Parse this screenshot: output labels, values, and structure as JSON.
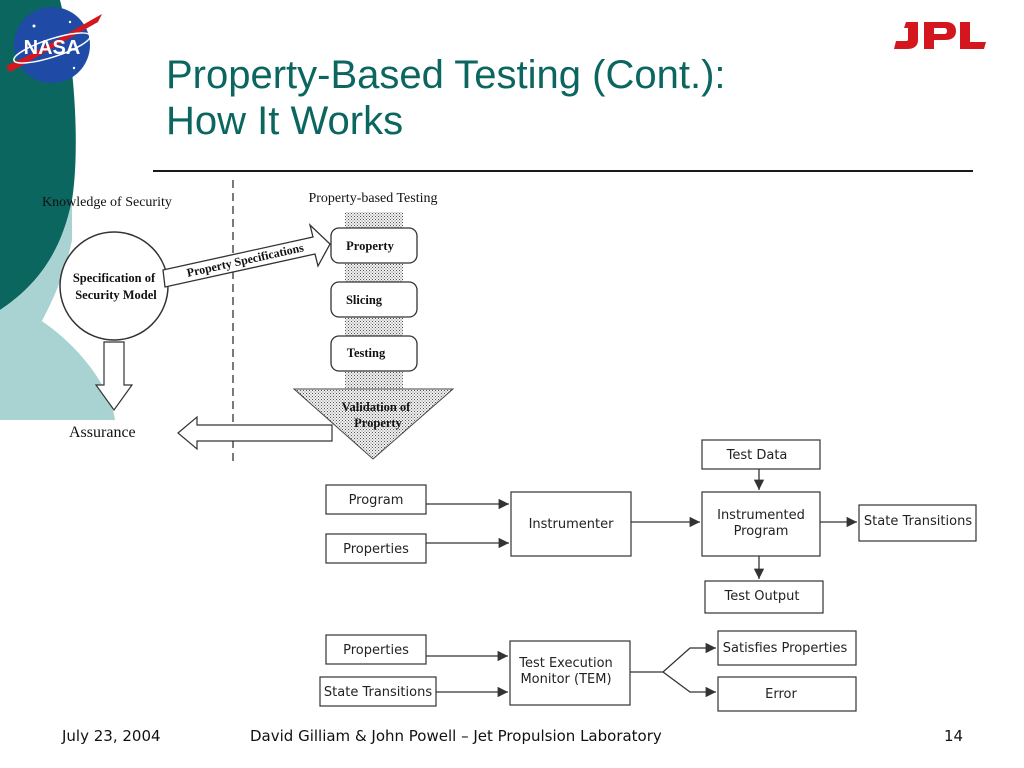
{
  "slide": {
    "title_line1": "Property-Based Testing (Cont.):",
    "title_line2": "How It Works",
    "logos": {
      "left": "NASA",
      "right": "JPL"
    }
  },
  "upper_diagram": {
    "left_heading": "Knowledge of Security",
    "circle_label_line1": "Specification of",
    "circle_label_line2": "Security Model",
    "arrow_label": "Property Specifications",
    "right_heading": "Property-based Testing",
    "steps": [
      "Property",
      "Slicing",
      "Testing"
    ],
    "final_line1": "Validation of",
    "final_line2": "Property",
    "assurance": "Assurance"
  },
  "flow_one": {
    "inputs": [
      "Program",
      "Properties"
    ],
    "processor": "Instrumenter",
    "test_data": "Test Data",
    "program_line1": "Instrumented",
    "program_line2": "Program",
    "output_right": "State Transitions",
    "test_output": "Test Output"
  },
  "flow_two": {
    "inputs": [
      "Properties",
      "State Transitions"
    ],
    "monitor_line1": "Test Execution",
    "monitor_line2": "Monitor (TEM)",
    "outputs": [
      "Satisfies Properties",
      "Error"
    ]
  },
  "footer": {
    "date": "July 23, 2004",
    "authors": "David Gilliam & John Powell – Jet Propulsion Laboratory",
    "page": "14"
  },
  "colors": {
    "teal": "#0b6660",
    "light_teal": "#a9d3d2",
    "nasa_blue": "#1f4aa6",
    "jpl_red": "#d4161f"
  }
}
